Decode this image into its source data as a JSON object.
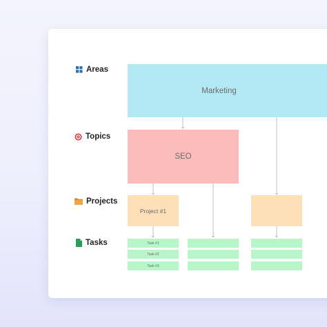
{
  "labels": {
    "areas": "Areas",
    "topics": "Topics",
    "projects": "Projects",
    "tasks": "Tasks"
  },
  "icons": {
    "areas": "grid-icon",
    "topics": "target-icon",
    "projects": "folder-icon",
    "tasks": "document-icon"
  },
  "nodes": {
    "area": "Marketing",
    "topic": "SEO",
    "project": "Project #1",
    "tasks": [
      "Task #1",
      "Task #2",
      "Task #3"
    ]
  },
  "colors": {
    "area": "#b3e9f5",
    "topic": "#fdbcbc",
    "project": "#fde0b8",
    "task": "#b8f5c8",
    "connector": "#b0b0b0"
  }
}
